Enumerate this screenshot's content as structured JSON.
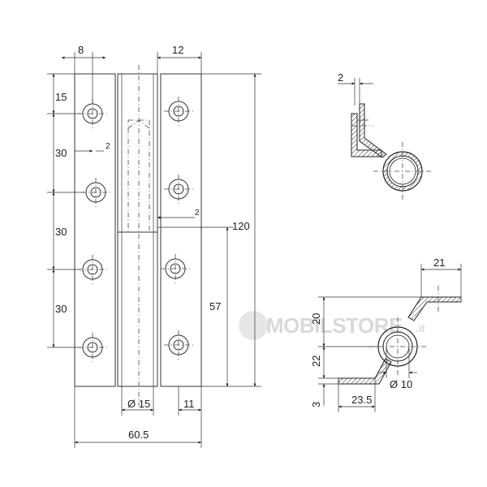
{
  "watermark": {
    "text": "MOBILSTORE",
    "suffix": ".it"
  },
  "front_view": {
    "width_top_left": "8",
    "width_top_right": "12",
    "spacing_top": "15",
    "spacing_1": "30",
    "spacing_2": "30",
    "spacing_3": "30",
    "small_offset_left": "2",
    "small_offset_right": "2",
    "total_height": "120",
    "lower_height": "57",
    "pin_diameter": "Ø 15",
    "right_bottom": "11",
    "total_width": "60.5"
  },
  "top_section": {
    "thickness": "2"
  },
  "side_section": {
    "width": "21",
    "height_upper": "20",
    "height_lower": "22",
    "thickness": "3",
    "base_width": "23.5",
    "pin_diameter": "Ø 10"
  }
}
